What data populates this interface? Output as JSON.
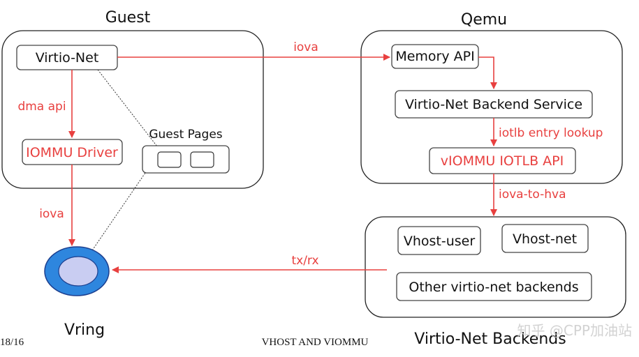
{
  "groups": {
    "guest": "Guest",
    "qemu": "Qemu",
    "backends": "Virtio-Net Backends"
  },
  "nodes": {
    "virtio_net": "Virtio-Net",
    "iommu_driver": "IOMMU Driver",
    "guest_pages": "Guest Pages",
    "memory_api": "Memory API",
    "backend_service": "Virtio-Net Backend Service",
    "viommu_api": "vIOMMU IOTLB API",
    "vhost_user": "Vhost-user",
    "vhost_net": "Vhost-net",
    "other_backends": "Other virtio-net backends",
    "vring": "Vring"
  },
  "edges": {
    "iova_top": "iova",
    "dma_api": "dma api",
    "iova_left": "iova",
    "iotlb_lookup": "iotlb entry lookup",
    "iova_to_hva": "iova-to-hva",
    "txrx": "tx/rx"
  },
  "footer": {
    "page": "18/16",
    "heading": "VHOST AND VIOMMU",
    "watermark": "知乎 @CPP加油站"
  },
  "colors": {
    "accent": "#e8403f",
    "vring_outer": "#2e86de",
    "vring_inner": "#c9cdf2"
  }
}
